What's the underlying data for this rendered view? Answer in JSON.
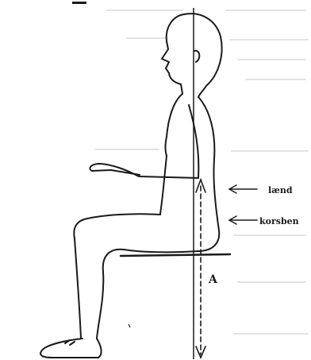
{
  "labels": {
    "lumbar": "lænd",
    "tailbone": "korsben",
    "point": "A"
  },
  "colors": {
    "ink": "#1a1a1a",
    "paper": "#ffffff",
    "bleed": "#e3e3e3"
  }
}
